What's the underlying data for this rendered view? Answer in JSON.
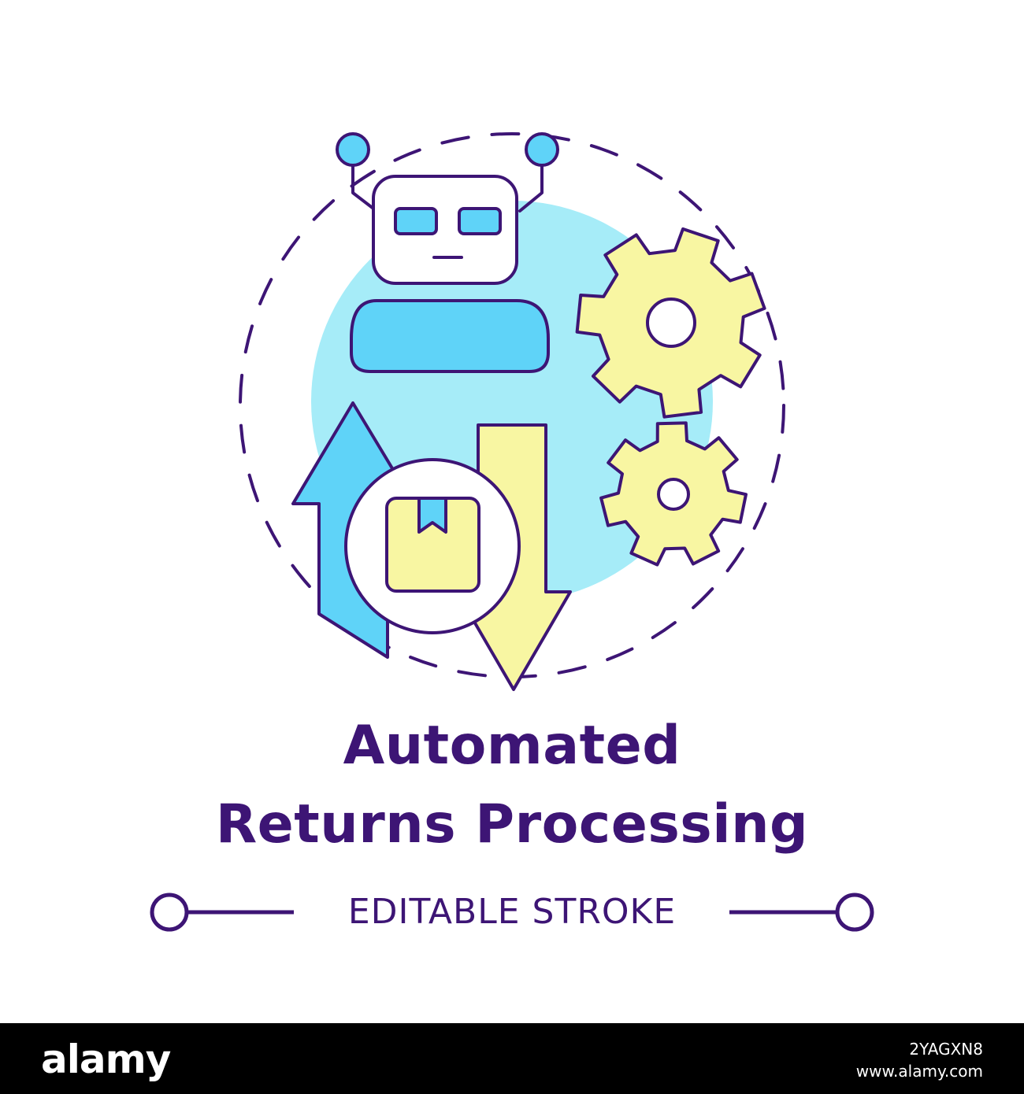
{
  "title": {
    "line1": "Automated",
    "line2": "Returns Processing"
  },
  "subtitle": "EDITABLE STROKE",
  "footer": {
    "brand": "alamy",
    "image_id": "2YAGXN8",
    "website": "www.alamy.com"
  },
  "colors": {
    "outline": "#3d1575",
    "blue_fill": "#5fd3f8",
    "light_blue": "#a6ecf8",
    "yellow": "#f8f6a2",
    "text": "#3d1575",
    "footer_bg": "#000000"
  },
  "icons": [
    "robot-icon",
    "gear-icon",
    "gear-small-icon",
    "up-arrow-icon",
    "down-arrow-icon",
    "package-box-icon"
  ]
}
